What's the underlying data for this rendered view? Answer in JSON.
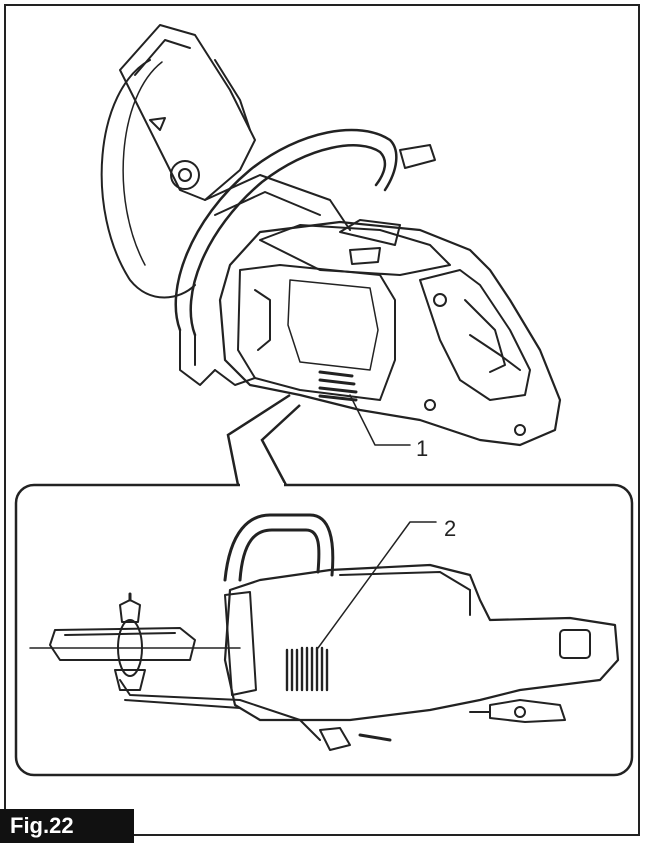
{
  "figure": {
    "label": "Fig.22",
    "callouts": [
      {
        "number": "1"
      },
      {
        "number": "2"
      }
    ]
  },
  "icons": [
    "power-cutter-illustration",
    "vent-slots-icon"
  ],
  "colors": {
    "line": "#222222",
    "label_background": "#111111",
    "label_text": "#ffffff"
  }
}
